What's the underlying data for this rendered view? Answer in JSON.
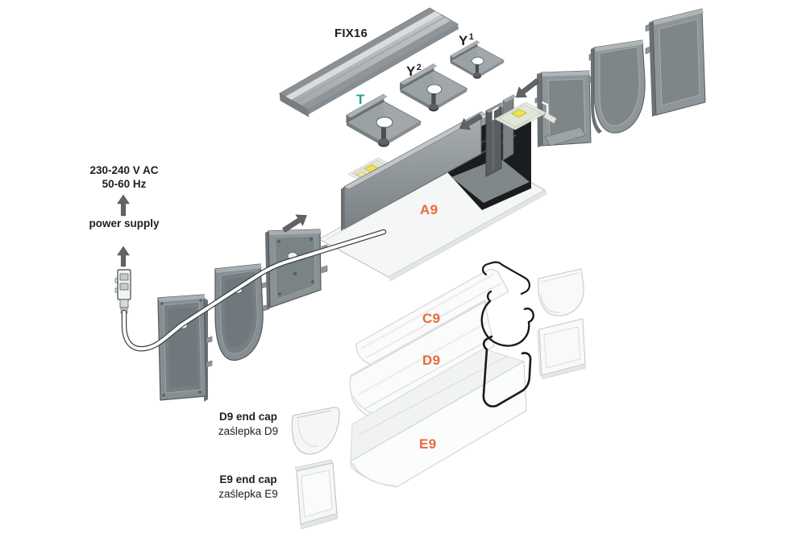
{
  "diagram": {
    "labels": {
      "rail": "FIX16",
      "bracket_t": "T",
      "bracket_y2": {
        "base": "Y",
        "sup": "2"
      },
      "bracket_y1": {
        "base": "Y",
        "sup": "1"
      },
      "profile_a9": "A9",
      "cover_c9": "C9",
      "cover_d9": "D9",
      "cover_e9": "E9"
    },
    "power": {
      "voltage_line1": "230-240 V AC",
      "voltage_line2": "50-60 Hz",
      "supply": "power supply"
    },
    "end_caps": {
      "d9_en": "D9 end cap",
      "d9_pl": "zaślepka D9",
      "e9_en": "E9 end cap",
      "e9_pl": "zaślepka E9"
    },
    "icons": {
      "arrow_up": "↑",
      "arrow_up_right": "↗",
      "arrow_down_left": "↙",
      "arrow_left": "←"
    },
    "colors": {
      "accent_teal": "#1FA496",
      "accent_orange": "#E8693E",
      "text_black": "#1F1F1F",
      "arrow_grey": "#5E6467",
      "metal_grey": "#8F969A",
      "interior_dark": "#1A1C1E",
      "led_yellow": "#F0E24E",
      "background": "#FFFFFF"
    }
  }
}
